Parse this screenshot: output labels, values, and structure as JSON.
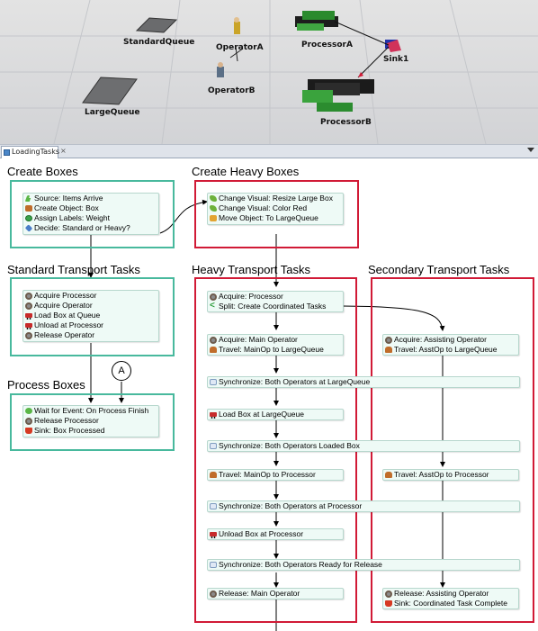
{
  "scene": {
    "objects": [
      {
        "label": "StandardQueue"
      },
      {
        "label": "OperatorA"
      },
      {
        "label": "ProcessorA"
      },
      {
        "label": "Sink1"
      },
      {
        "label": "OperatorB"
      },
      {
        "label": "LargeQueue"
      },
      {
        "label": "ProcessorB"
      }
    ]
  },
  "tabs": [
    {
      "label": "LoadingTasks"
    }
  ],
  "tab_close": "×",
  "sections": [
    {
      "title": "Create Boxes"
    },
    {
      "title": "Create Heavy Boxes"
    },
    {
      "title": "Standard Transport Tasks"
    },
    {
      "title": "Heavy Transport Tasks"
    },
    {
      "title": "Secondary Transport Tasks"
    },
    {
      "title": "Process Boxes"
    }
  ],
  "marker": "A",
  "activities": {
    "create_boxes": [
      {
        "icon": "source-icon",
        "label": "Source: Items Arrive"
      },
      {
        "icon": "create-object-icon",
        "label": "Create Object: Box"
      },
      {
        "icon": "assign-labels-icon",
        "label": "Assign Labels: Weight"
      },
      {
        "icon": "decide-icon",
        "label": "Decide: Standard or Heavy?"
      }
    ],
    "create_heavy": [
      {
        "icon": "change-visual-icon",
        "label": "Change Visual: Resize Large Box"
      },
      {
        "icon": "change-visual-icon",
        "label": "Change Visual: Color Red"
      },
      {
        "icon": "move-object-icon",
        "label": "Move Object: To LargeQueue"
      }
    ],
    "standard_transport": [
      {
        "icon": "acquire-icon",
        "label": "Acquire Processor"
      },
      {
        "icon": "acquire-icon",
        "label": "Acquire Operator"
      },
      {
        "icon": "load-icon",
        "label": "Load Box at Queue"
      },
      {
        "icon": "unload-icon",
        "label": "Unload at Processor"
      },
      {
        "icon": "release-icon",
        "label": "Release Operator"
      }
    ],
    "process_boxes": [
      {
        "icon": "wait-event-icon",
        "label": "Wait for Event: On Process Finish"
      },
      {
        "icon": "release-icon",
        "label": "Release Processor"
      },
      {
        "icon": "sink-icon",
        "label": "Sink: Box Processed"
      }
    ],
    "heavy_acquire": [
      {
        "icon": "acquire-icon",
        "label": "Acquire: Processor"
      },
      {
        "icon": "split-icon",
        "label": "Split: Create Coordinated Tasks"
      }
    ],
    "heavy_main": [
      {
        "icon": "acquire-icon",
        "label": "Acquire: Main Operator"
      },
      {
        "icon": "travel-icon",
        "label": "Travel: MainOp to LargeQueue"
      }
    ],
    "sync1": "Synchronize: Both Operators at LargeQueue",
    "load_large": "Load Box at LargeQueue",
    "sync2": "Synchronize: Both Operators Loaded Box",
    "travel_main": "Travel: MainOp to Processor",
    "sync3": "Synchronize: Both Operators at Processor",
    "unload_proc": "Unload Box at Processor",
    "sync4": "Synchronize: Both Operators Ready for Release",
    "release_main": "Release: Main Operator",
    "secondary_acquire": [
      {
        "icon": "acquire-icon",
        "label": "Acquire: Assisting Operator"
      },
      {
        "icon": "travel-icon",
        "label": "Travel: AsstOp to LargeQueue"
      }
    ],
    "travel_asst": "Travel: AsstOp to Processor",
    "secondary_end": [
      {
        "icon": "release-icon",
        "label": "Release: Assisting Operator"
      },
      {
        "icon": "sink-icon",
        "label": "Sink: Coordinated Task Complete"
      }
    ]
  },
  "colors": {
    "teal_frame": "#48b99d",
    "red_frame": "#d11a36",
    "activity_bg": "#eefaf6"
  }
}
